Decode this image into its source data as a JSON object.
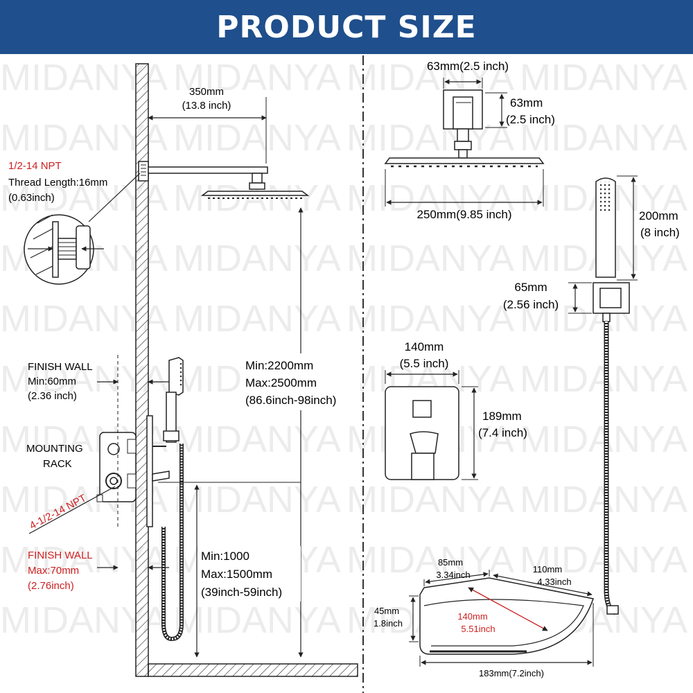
{
  "banner": {
    "title": "PRODUCT SIZE",
    "color": "#1f4f8c"
  },
  "watermark": {
    "text": "MIDANYA"
  },
  "colors": {
    "red": "#cc1f1f",
    "line": "#222222"
  },
  "left": {
    "arm_width": {
      "l1": "350mm",
      "l2": "(13.8 inch)"
    },
    "npt_top": {
      "l1": "1/2-14 NPT",
      "l2": "Thread Length:16mm",
      "l3": "(0.63inch)"
    },
    "finish_wall_1": {
      "l1": "FINISH WALL",
      "l2": "Min:60mm",
      "l3": "(2.36 inch)"
    },
    "mounting_rack": {
      "l1": "MOUNTING",
      "l2": "RACK"
    },
    "npt_bottom": "4-1/2-14 NPT",
    "finish_wall_2": {
      "l1": "FINISH WALL",
      "l2": "Max:70mm",
      "l3": "(2.76inch)"
    },
    "shower_height": {
      "l1": "Min:2200mm",
      "l2": "Max:2500mm",
      "l3": "(86.6inch-98inch)"
    },
    "valve_height": {
      "l1": "Min:1000",
      "l2": "Max:1500mm",
      "l3": "(39inch-59inch)"
    }
  },
  "right": {
    "flange_width": "63mm(2.5 inch)",
    "flange_height": {
      "l1": "63mm",
      "l2": "(2.5 inch)"
    },
    "head_width": "250mm(9.85 inch)",
    "handheld": {
      "l1": "200mm",
      "l2": "(8 inch)"
    },
    "holder": {
      "l1": "65mm",
      "l2": "(2.56 inch)"
    },
    "plate_width": {
      "l1": "140mm",
      "l2": "(5.5 inch)"
    },
    "plate_height": {
      "l1": "189mm",
      "l2": "(7.4 inch)"
    },
    "spout_a": {
      "l1": "85mm",
      "l2": "3.34inch"
    },
    "spout_b": {
      "l1": "110mm",
      "l2": "4.33inch"
    },
    "spout_c": {
      "l1": "45mm",
      "l2": "1.8inch"
    },
    "spout_d": {
      "l1": "140mm",
      "l2": "5.51inch"
    },
    "spout_e": "183mm(7.2inch)"
  }
}
